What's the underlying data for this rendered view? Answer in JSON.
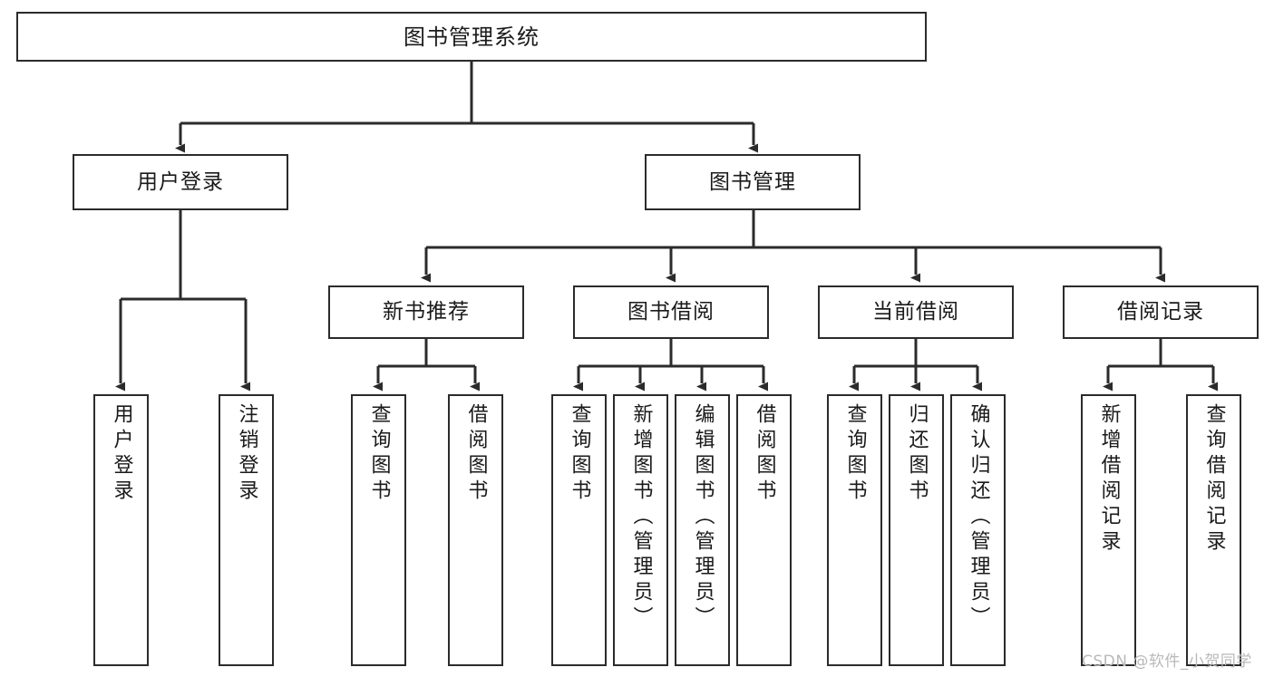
{
  "diagram": {
    "type": "tree",
    "title": "图书管理系统",
    "watermark": "CSDN @软件_小贺同学",
    "colors": {
      "box_border": "#2b2b2b",
      "box_fill": "#ffffff",
      "connector": "#2b2b2b",
      "text": "#1a1a1a",
      "watermark": "#b9b9b9",
      "background": "#ffffff"
    },
    "root": {
      "label": "图书管理系统"
    },
    "level2": [
      {
        "label": "用户登录"
      },
      {
        "label": "图书管理"
      }
    ],
    "level3": [
      {
        "label": "新书推荐"
      },
      {
        "label": "图书借阅"
      },
      {
        "label": "当前借阅"
      },
      {
        "label": "借阅记录"
      }
    ],
    "leaves": {
      "user_login": [
        {
          "label": "用户登录"
        },
        {
          "label": "注销登录"
        }
      ],
      "new_book_recommend": [
        {
          "label": "查询图书"
        },
        {
          "label": "借阅图书"
        }
      ],
      "book_borrow": [
        {
          "label": "查询图书"
        },
        {
          "label": "新增图书（管理员）"
        },
        {
          "label": "编辑图书（管理员）"
        },
        {
          "label": "借阅图书"
        }
      ],
      "current_borrow": [
        {
          "label": "查询图书"
        },
        {
          "label": "归还图书"
        },
        {
          "label": "确认归还（管理员）"
        }
      ],
      "borrow_record": [
        {
          "label": "新增借阅记录"
        },
        {
          "label": "查询借阅记录"
        }
      ]
    }
  }
}
